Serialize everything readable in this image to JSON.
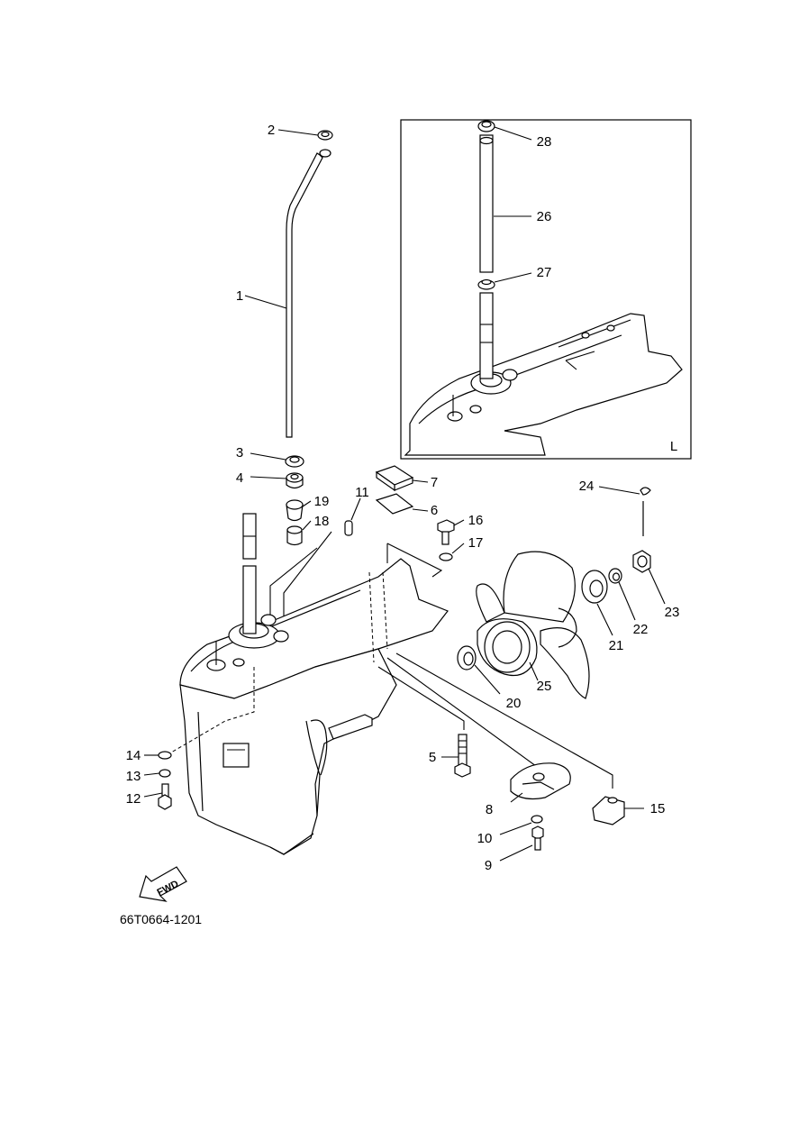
{
  "diagram": {
    "code": "66T0664-1201",
    "inset_tag": "L",
    "fwd_label": "FWD",
    "callouts": [
      {
        "id": "c1",
        "text": "1"
      },
      {
        "id": "c2",
        "text": "2"
      },
      {
        "id": "c3",
        "text": "3"
      },
      {
        "id": "c4",
        "text": "4"
      },
      {
        "id": "c5",
        "text": "5"
      },
      {
        "id": "c6",
        "text": "6"
      },
      {
        "id": "c7",
        "text": "7"
      },
      {
        "id": "c8",
        "text": "8"
      },
      {
        "id": "c9",
        "text": "9"
      },
      {
        "id": "c10",
        "text": "10"
      },
      {
        "id": "c11",
        "text": "11"
      },
      {
        "id": "c12",
        "text": "12"
      },
      {
        "id": "c13",
        "text": "13"
      },
      {
        "id": "c14",
        "text": "14"
      },
      {
        "id": "c15",
        "text": "15"
      },
      {
        "id": "c16",
        "text": "16"
      },
      {
        "id": "c17",
        "text": "17"
      },
      {
        "id": "c18",
        "text": "18"
      },
      {
        "id": "c19",
        "text": "19"
      },
      {
        "id": "c20",
        "text": "20"
      },
      {
        "id": "c21",
        "text": "21"
      },
      {
        "id": "c22",
        "text": "22"
      },
      {
        "id": "c23",
        "text": "23"
      },
      {
        "id": "c24",
        "text": "24"
      },
      {
        "id": "c25",
        "text": "25"
      },
      {
        "id": "c26",
        "text": "26"
      },
      {
        "id": "c27",
        "text": "27"
      },
      {
        "id": "c28",
        "text": "28"
      }
    ]
  }
}
